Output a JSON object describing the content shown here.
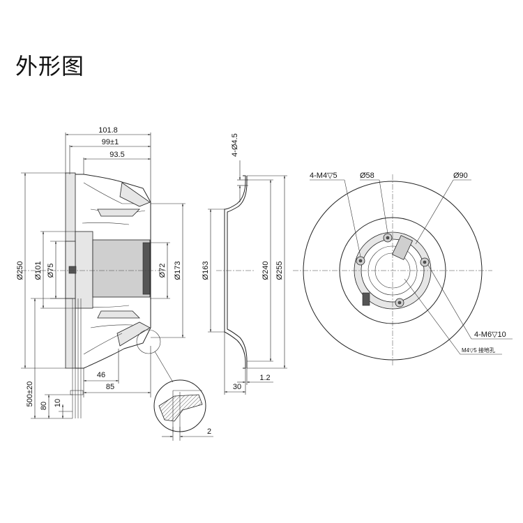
{
  "title": "外形图",
  "side_view": {
    "d_101_8": "101.8",
    "d_99": "99±1",
    "d_93_5": "93.5",
    "d_250": "Ø250",
    "d_101": "Ø101",
    "d_75": "Ø75",
    "d_72": "Ø72",
    "d_173": "Ø173",
    "d_46": "46",
    "d_85": "85",
    "d_500": "500±20",
    "d_80": "80",
    "d_10": "10",
    "d_2": "2"
  },
  "ring_view": {
    "d_4_45": "4-Ø4.5",
    "d_163": "Ø163",
    "d_240": "Ø240",
    "d_255": "Ø255",
    "d_30": "30",
    "d_1_2": "1.2"
  },
  "front_view": {
    "d_m4": "4-M4▽5",
    "d_58": "Ø58",
    "d_90": "Ø90",
    "d_m6": "4-M6▽10",
    "d_ground": "M4▽5 接地孔"
  }
}
